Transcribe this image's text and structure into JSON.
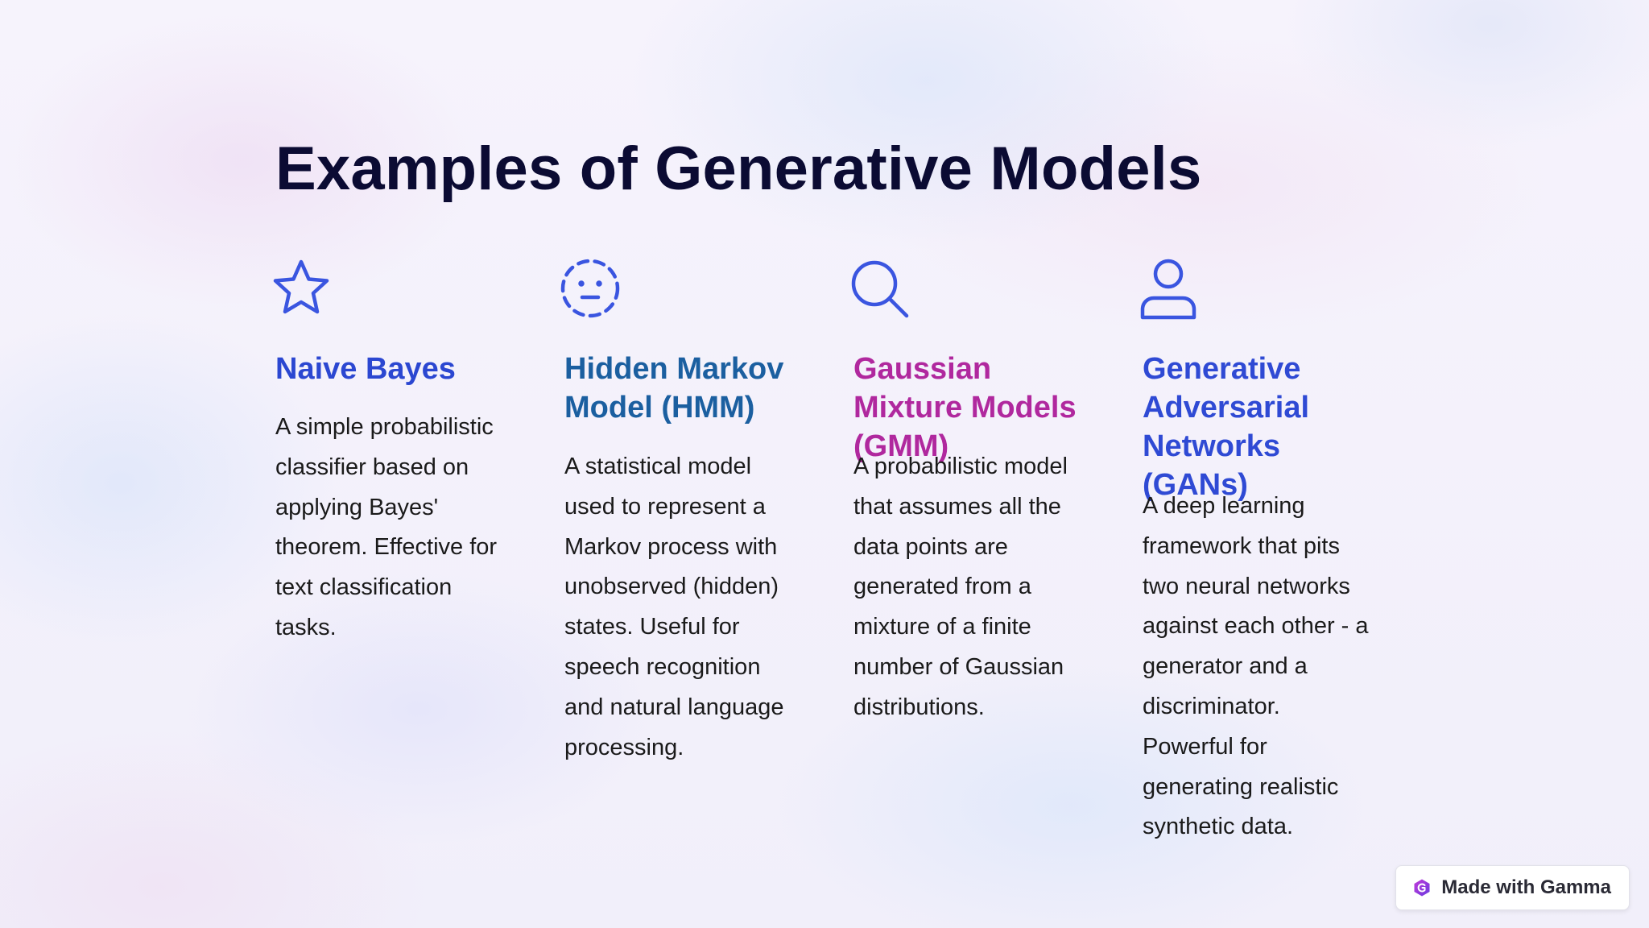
{
  "slide": {
    "title": "Examples of Generative Models",
    "cards": [
      {
        "icon": "star-icon",
        "heading": "Naive Bayes",
        "body": "A simple probabilistic classifier based on applying Bayes' theorem. Effective for text classification tasks."
      },
      {
        "icon": "dashed-face-icon",
        "heading": "Hidden Markov Model (HMM)",
        "body": "A statistical model used to represent a Markov process with unobserved (hidden) states. Useful for speech recognition and natural language processing."
      },
      {
        "icon": "magnifier-icon",
        "heading": "Gaussian Mixture Models (GMM)",
        "body": "A probabilistic model that assumes all the data points are generated from a mixture of a finite number of Gaussian distributions."
      },
      {
        "icon": "user-icon",
        "heading": "Generative Adversarial Networks (GANs)",
        "body": "A deep learning framework that pits two neural networks against each other - a generator and a discriminator. Powerful for generating realistic synthetic data."
      }
    ]
  },
  "badge": {
    "label": "Made with Gamma"
  },
  "colors": {
    "title": "#0b0b33",
    "heading_1": "#2b47d1",
    "heading_2": "#1b5fa0",
    "heading_3": "#b0289e",
    "heading_4": "#2f4ad4",
    "icon": "#3a55e0",
    "body_text": "#1a1a1a",
    "background": "#f3f0fb"
  }
}
